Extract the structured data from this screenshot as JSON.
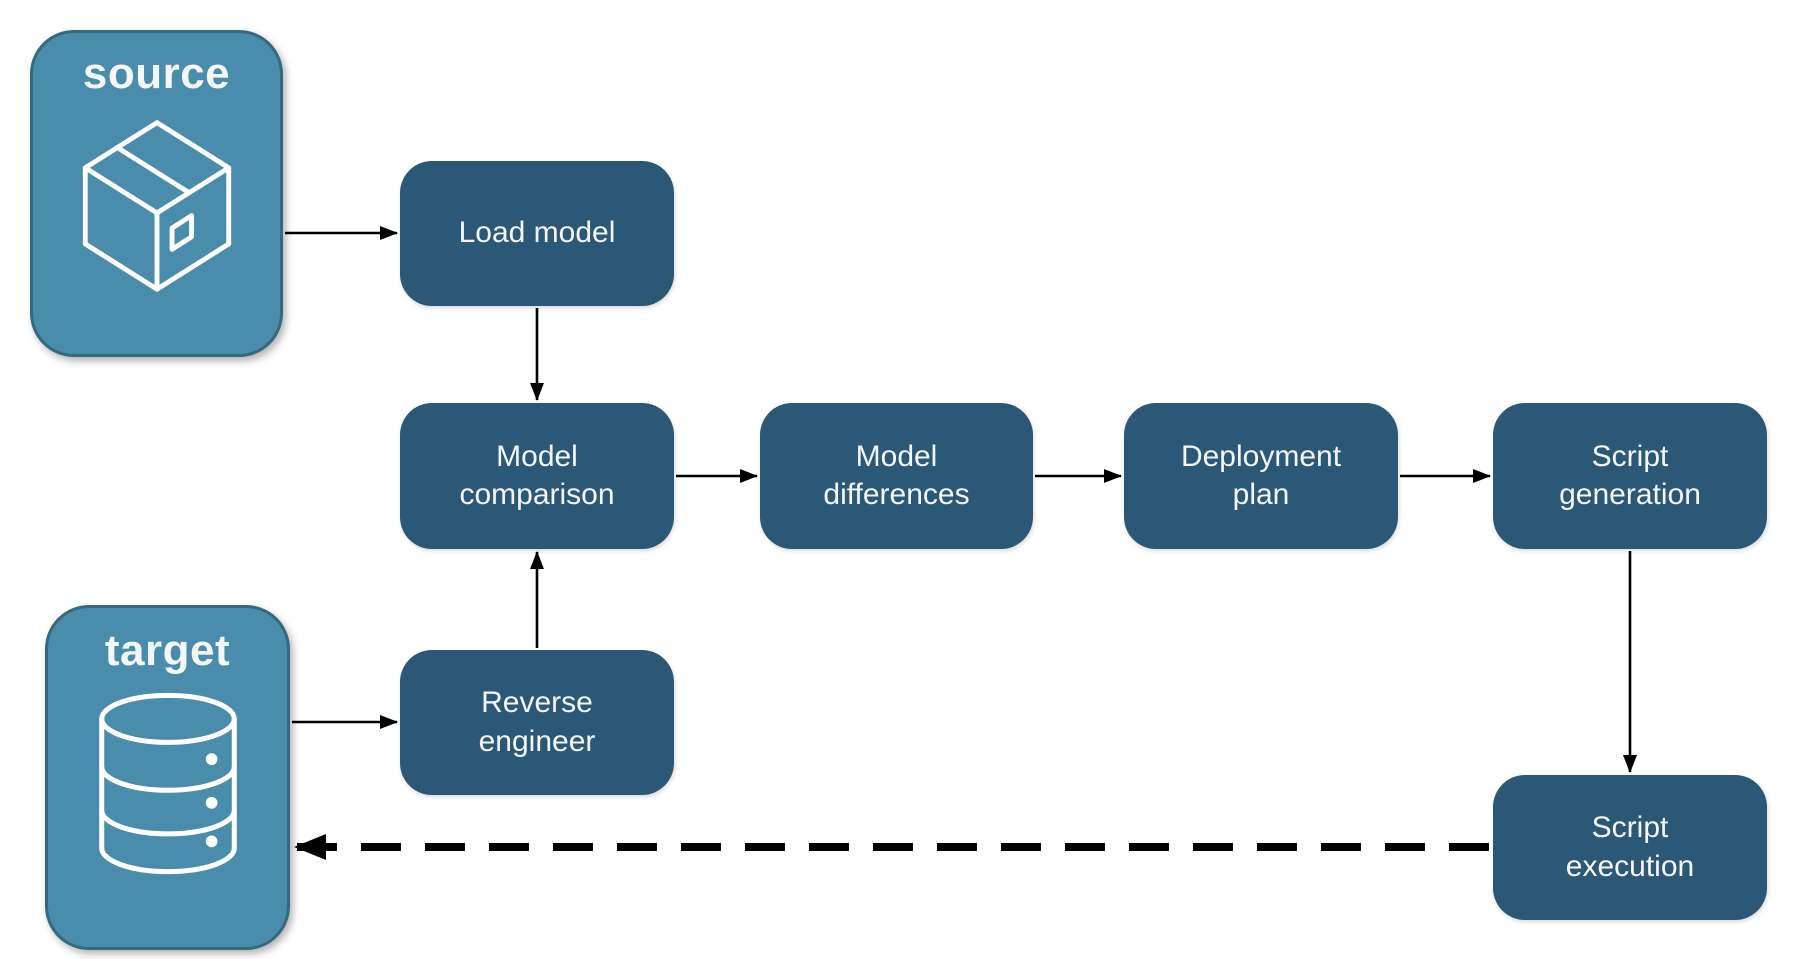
{
  "diagram": {
    "title": "",
    "containers": {
      "source": {
        "label": "source",
        "icon": "package-icon"
      },
      "target": {
        "label": "target",
        "icon": "database-icon"
      }
    },
    "nodes": {
      "load_model": {
        "label": "Load model"
      },
      "model_comparison": {
        "label": "Model comparison"
      },
      "model_differences": {
        "label": "Model differences"
      },
      "deployment_plan": {
        "label": "Deployment plan"
      },
      "script_generation": {
        "label": "Script generation"
      },
      "reverse_engineer": {
        "label": "Reverse engineer"
      },
      "script_execution": {
        "label": "Script execution"
      }
    },
    "edges": [
      {
        "from": "source",
        "to": "load_model",
        "style": "solid"
      },
      {
        "from": "load_model",
        "to": "model_comparison",
        "style": "solid"
      },
      {
        "from": "model_comparison",
        "to": "model_differences",
        "style": "solid"
      },
      {
        "from": "model_differences",
        "to": "deployment_plan",
        "style": "solid"
      },
      {
        "from": "deployment_plan",
        "to": "script_generation",
        "style": "solid"
      },
      {
        "from": "script_generation",
        "to": "script_execution",
        "style": "solid"
      },
      {
        "from": "target",
        "to": "reverse_engineer",
        "style": "solid"
      },
      {
        "from": "reverse_engineer",
        "to": "model_comparison",
        "style": "solid"
      },
      {
        "from": "script_execution",
        "to": "target",
        "style": "dashed"
      }
    ],
    "colors": {
      "background": "#FFFFFF",
      "container_fill": "#4A8CAB",
      "container_border": "#35697E",
      "node_fill": "#2C5877",
      "label_text": "#F4F6F7",
      "arrow": "#000000"
    }
  }
}
